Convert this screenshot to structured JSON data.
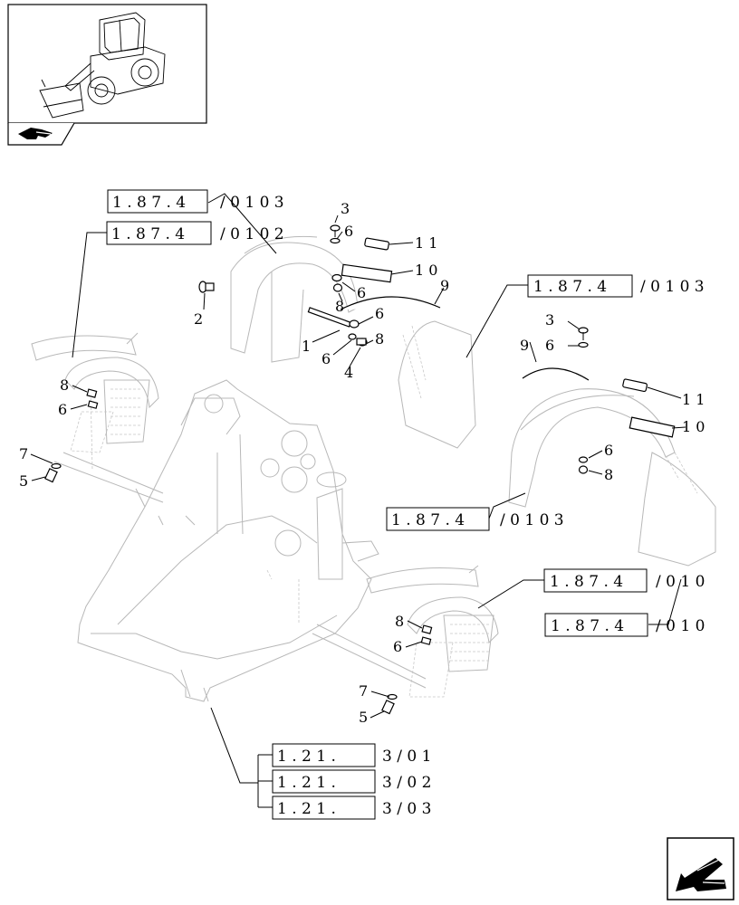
{
  "thumbnail": {
    "icon": "wheel-loader-thumbnail",
    "nav_icon": "previous-page-arrow-icon"
  },
  "corner_icon": "next-page-arrow-icon",
  "references": [
    {
      "id": "ref1",
      "box": "1 . 8 7 . 4",
      "suffix": "/ 0 1   0 3"
    },
    {
      "id": "ref2",
      "box": "1 . 8 7 . 4",
      "suffix": "/ 0 1   0 2"
    },
    {
      "id": "ref3",
      "box": "1 . 8 7 . 4",
      "suffix": "/ 0 1   0 3"
    },
    {
      "id": "ref4",
      "box": "1 . 8 7 . 4",
      "suffix": "/ 0 1   0 3"
    },
    {
      "id": "ref5",
      "box": "1 . 8 7 . 4",
      "suffix": "/ 0 1   0"
    },
    {
      "id": "ref6",
      "box": "1 . 8 7 . 4",
      "suffix": "/ 0 1   0"
    },
    {
      "id": "ref7",
      "box": "1 . 2 1 .",
      "suffix": "3 / 0 1"
    },
    {
      "id": "ref8",
      "box": "1 . 2 1 .",
      "suffix": "3 / 0 2"
    },
    {
      "id": "ref9",
      "box": "1 . 2 1 .",
      "suffix": "3 / 0 3"
    }
  ],
  "callouts": [
    "3",
    "6",
    "1 1",
    "1 0",
    "6",
    "9",
    "2",
    "8",
    "6",
    "1",
    "8",
    "6",
    "4",
    "3",
    "6",
    "9",
    "1 1",
    "1 0",
    "6",
    "8",
    "8",
    "6",
    "7",
    "5",
    "8",
    "6",
    "7",
    "5"
  ]
}
